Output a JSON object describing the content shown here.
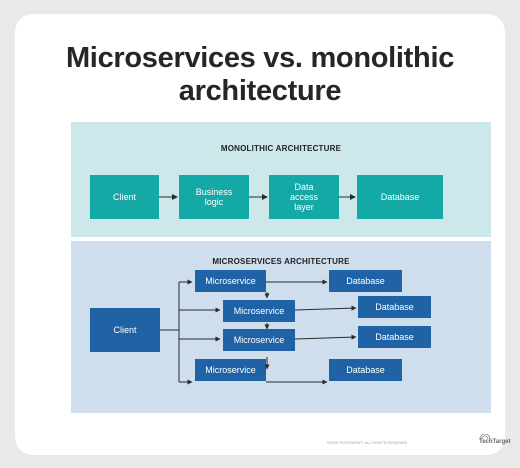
{
  "title": {
    "line1": "Microservices vs. monolithic",
    "line2": "architecture"
  },
  "monolithic": {
    "label": "MONOLITHIC ARCHITECTURE",
    "client": "Client",
    "business_logic": [
      "Business",
      "logic"
    ],
    "data_access_layer": [
      "Data",
      "access",
      "layer"
    ],
    "database": "Database"
  },
  "microservices": {
    "label": "MICROSERVICES ARCHITECTURE",
    "client": "Client",
    "services": [
      {
        "service": "Microservice",
        "database": "Database"
      },
      {
        "service": "Microservice",
        "database": "Database"
      },
      {
        "service": "Microservice",
        "database": "Database"
      },
      {
        "service": "Microservice",
        "database": "Database"
      }
    ]
  },
  "footer": {
    "copyright": "©2020 TECHTARGET. ALL RIGHTS RESERVED",
    "brand": "TechTarget"
  },
  "colors": {
    "monolithic_panel": "#cde8ea",
    "microservices_panel": "#cfdeec",
    "teal_box": "#14a9a7",
    "blue_box": "#1f63a6"
  }
}
